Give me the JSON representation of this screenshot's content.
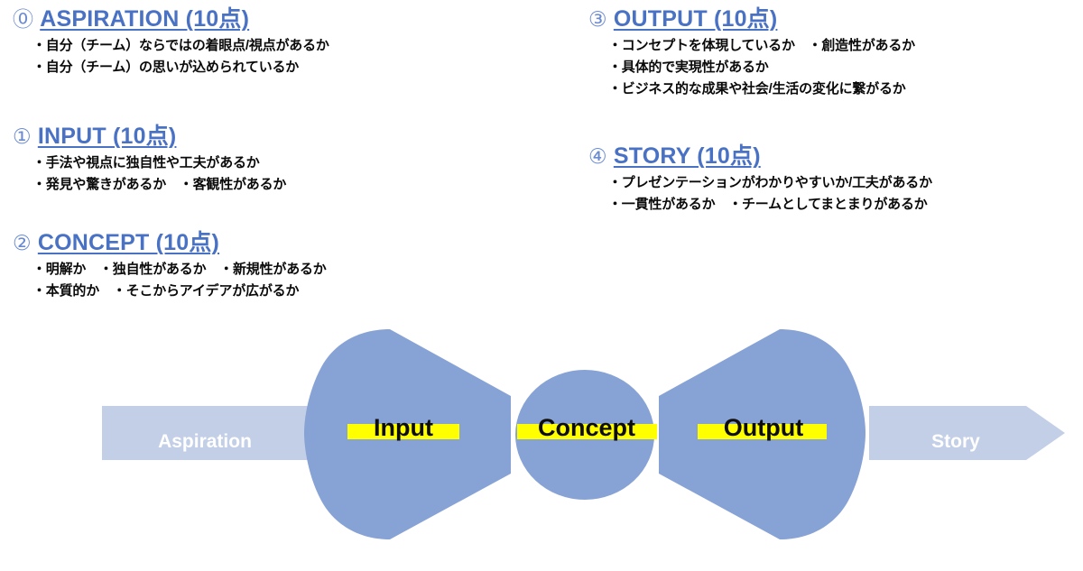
{
  "criteria": [
    {
      "id": "aspiration",
      "number": "⓪",
      "title": "ASPIRATION (10点)",
      "lines": [
        "・自分（チーム）ならではの着眼点/視点があるか",
        "・自分（チーム）の思いが込められているか"
      ]
    },
    {
      "id": "input",
      "number": "①",
      "title": "INPUT (10点)",
      "lines": [
        "・手法や視点に独自性や工夫があるか",
        "・発見や驚きがあるか　・客観性があるか"
      ]
    },
    {
      "id": "concept",
      "number": "②",
      "title": "CONCEPT (10点)",
      "lines": [
        "・明解か　・独自性があるか　・新規性があるか",
        "・本質的か　・そこからアイデアが広がるか"
      ]
    },
    {
      "id": "output",
      "number": "③",
      "title": "OUTPUT (10点)",
      "lines": [
        "・コンセプトを体現しているか　・創造性があるか",
        "・具体的で実現性があるか",
        "・ビジネス的な成果や社会/生活の変化に繋がるか"
      ]
    },
    {
      "id": "story",
      "number": "④",
      "title": "STORY (10点)",
      "lines": [
        "・プレゼンテーションがわかりやすいか/工夫があるか",
        "・一貫性があるか　・チームとしてまとまりがあるか"
      ]
    }
  ],
  "chart_data": {
    "type": "diagram",
    "title": "",
    "flow": [
      "Aspiration",
      "Input",
      "Concept",
      "Output",
      "Story"
    ],
    "stages": [
      {
        "key": "aspiration",
        "label": "Aspiration",
        "shape": "rectangle",
        "emphasis": "faint",
        "highlighted": false
      },
      {
        "key": "input",
        "label": "Input",
        "shape": "funnel-right",
        "emphasis": "strong",
        "highlighted": true
      },
      {
        "key": "concept",
        "label": "Concept",
        "shape": "circle",
        "emphasis": "strong",
        "highlighted": true
      },
      {
        "key": "output",
        "label": "Output",
        "shape": "funnel-left",
        "emphasis": "strong",
        "highlighted": true
      },
      {
        "key": "story",
        "label": "Story",
        "shape": "arrow-right",
        "emphasis": "faint",
        "highlighted": false
      }
    ]
  },
  "colors": {
    "heading_blue": "#4a72c4",
    "number_blue": "#6b8bd0",
    "body_text": "#0a0a0a",
    "shape_blue": "#87a2d4",
    "shape_blue_faint": "#c3cfe7",
    "highlight_yellow": "#ffff00",
    "background": "#ffffff",
    "faint_label": "#ffffff"
  }
}
